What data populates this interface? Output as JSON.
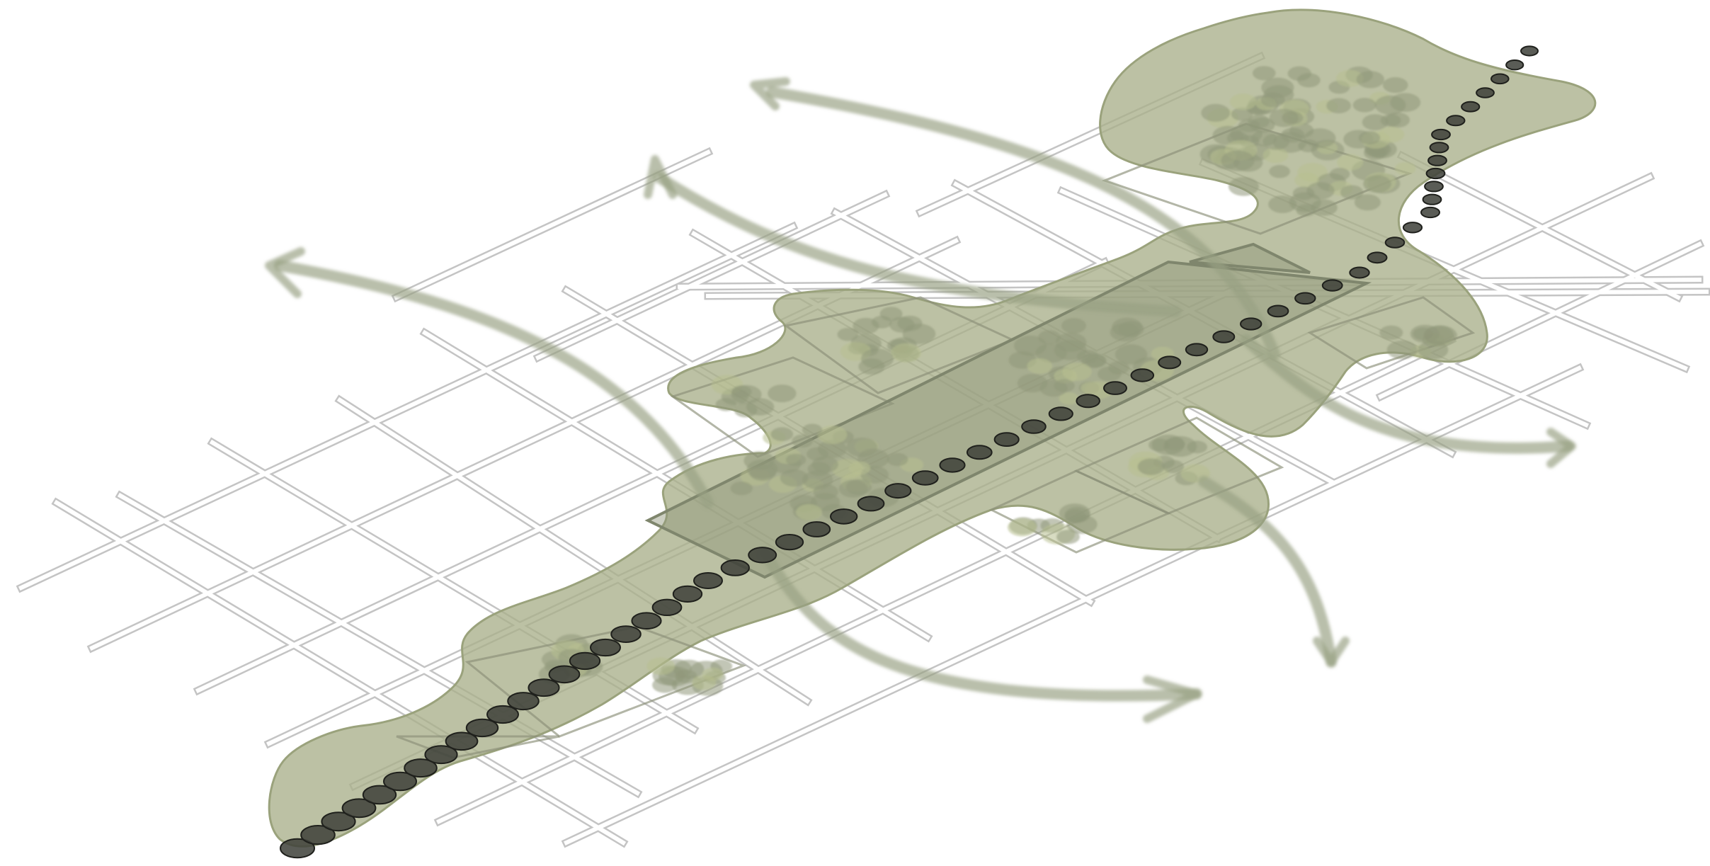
{
  "diagram": {
    "colors": {
      "green_zone": "#a9b08a",
      "trees": "#8f977a",
      "arrows": "#98a083",
      "transit_stops": "#3f413a",
      "streets": "#c4c4c4"
    },
    "elements": [
      "street-grid",
      "green-corridor",
      "central-plaza",
      "tree-clusters",
      "transit-line-stops",
      "connection-arrows"
    ]
  }
}
